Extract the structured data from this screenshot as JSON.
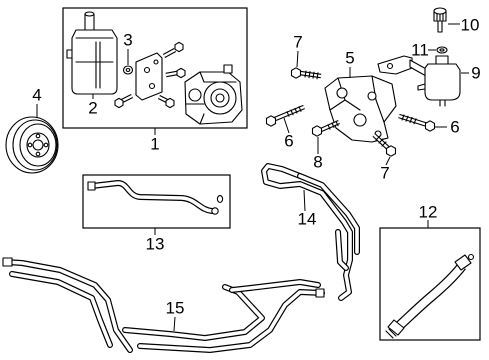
{
  "diagram": {
    "labels": {
      "part_1": "1",
      "part_2": "2",
      "part_3": "3",
      "part_4": "4",
      "part_5": "5",
      "part_6_left": "6",
      "part_6_right": "6",
      "part_7_top": "7",
      "part_7_bottom": "7",
      "part_8": "8",
      "part_9": "9",
      "part_10": "10",
      "part_11": "11",
      "part_12": "12",
      "part_13": "13",
      "part_14": "14",
      "part_15": "15"
    },
    "colors": {
      "line": "#000000",
      "background": "#ffffff"
    }
  }
}
